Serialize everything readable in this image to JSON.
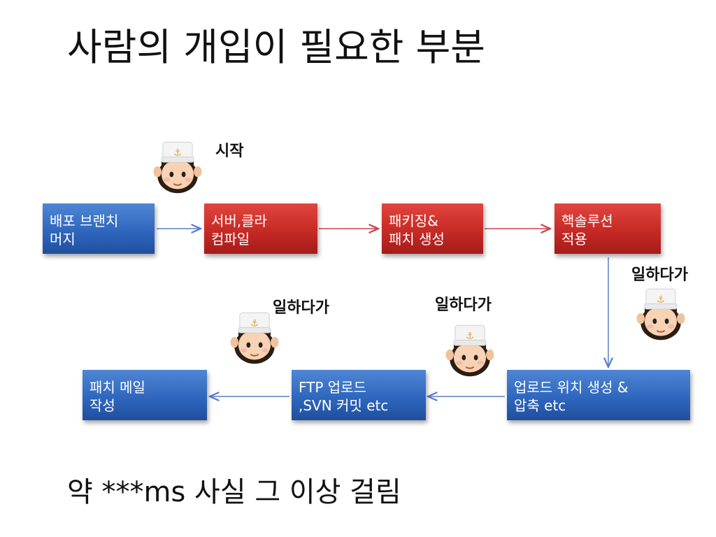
{
  "title": "사람의 개입이 필요한 부분",
  "footer": "약 ***ms 사실 그 이상 걸림",
  "labels": {
    "start": "시작",
    "working1": "일하다가",
    "working2": "일하다가",
    "working3": "일하다가"
  },
  "steps": [
    {
      "text": "배포 브랜치\n머지",
      "color": "blue"
    },
    {
      "text": "서버,클라\n컴파일",
      "color": "red"
    },
    {
      "text": "패키징&\n패치 생성",
      "color": "red"
    },
    {
      "text": "핵솔루션\n적용",
      "color": "red"
    },
    {
      "text": "업로드 위치 생성 &\n압축 etc",
      "color": "blue"
    },
    {
      "text": "FTP 업로드\n,SVN 커밋 etc",
      "color": "blue"
    },
    {
      "text": "패치 메일\n작성",
      "color": "blue"
    }
  ],
  "colors": {
    "blue_step": "#2f67be",
    "red_step": "#c62a26",
    "blue_arrow": "#5b7fc7",
    "red_arrow": "#c9434a"
  },
  "icons": [
    "sailor-icon",
    "sailor-icon",
    "sailor-icon",
    "sailor-icon"
  ]
}
